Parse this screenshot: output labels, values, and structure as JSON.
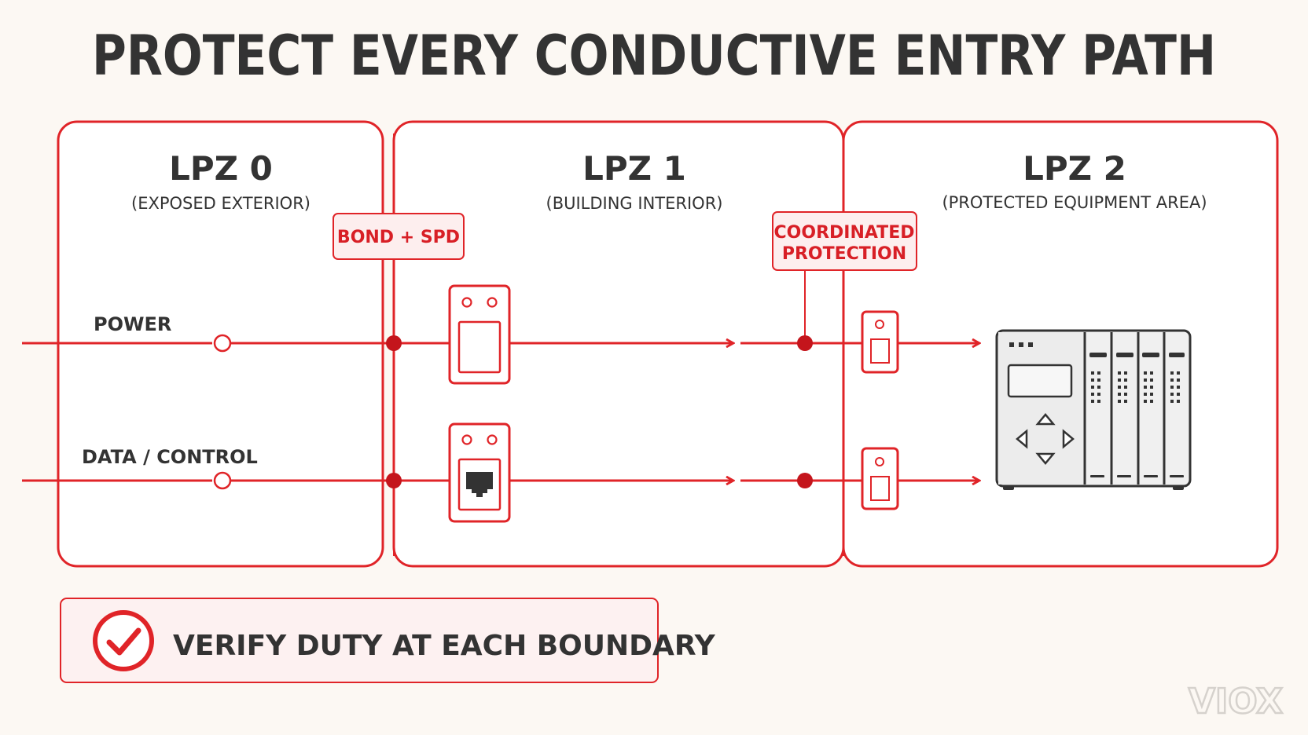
{
  "title": "PROTECT EVERY CONDUCTIVE ENTRY PATH",
  "zones": [
    {
      "name": "LPZ 0",
      "subtitle": "(EXPOSED EXTERIOR)"
    },
    {
      "name": "LPZ 1",
      "subtitle": "(BUILDING INTERIOR)"
    },
    {
      "name": "LPZ 2",
      "subtitle": "(PROTECTED EQUIPMENT AREA)"
    }
  ],
  "lines": [
    {
      "label": "POWER"
    },
    {
      "label": "DATA / CONTROL"
    }
  ],
  "callouts": {
    "bond_spd": "BOND + SPD",
    "coordinated_line1": "COORDINATED",
    "coordinated_line2": "PROTECTION"
  },
  "verify": {
    "text": "VERIFY DUTY AT EACH BOUNDARY"
  },
  "brand": "VIOX",
  "colors": {
    "accent": "#e02428",
    "text": "#333333",
    "background": "#fcf8f3"
  },
  "icons": [
    "spd-module-icon",
    "rj45-port-icon",
    "checkmark-icon",
    "plc-controller-icon"
  ]
}
